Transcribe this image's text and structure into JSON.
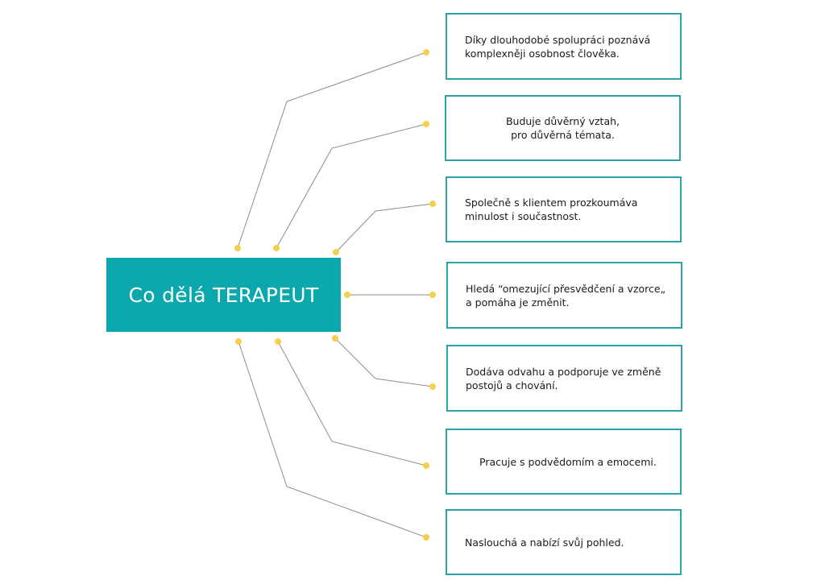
{
  "central": {
    "title": "Co dělá TERAPEUT"
  },
  "items": [
    {
      "text": "Díky dlouhodobé spolupráci poznává\nkomplexněji osobnost člověka."
    },
    {
      "text": "Buduje důvěrný vztah,\npro důvěrná témata."
    },
    {
      "text": "Společně s klientem prozkoumáva\nminulost i součastnost."
    },
    {
      "text": "Hledá “omezující přesvědčení a vzorce„\na pomáha je změnit."
    },
    {
      "text": "Dodáva odvahu a podporuje ve změně\npostojů a chování."
    },
    {
      "text": "Pracuje s podvědomím a emocemi."
    },
    {
      "text": "Naslouchá a nabízí svůj pohled."
    }
  ],
  "colors": {
    "central_fill": "#0aa7ad",
    "box_border": "#2aa4a8",
    "connector_dot": "#f5d04a",
    "connector_line": "#8c8c8c"
  }
}
